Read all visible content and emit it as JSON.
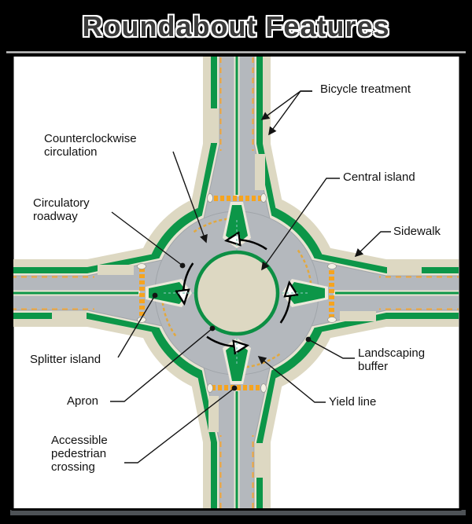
{
  "title": "Roundabout Features",
  "diagram": {
    "type": "roundabout-schematic",
    "description": "Plan view of a four-leg modern roundabout with labeled design features",
    "features": [
      {
        "id": "bicycle-treatment",
        "text": "Bicycle treatment"
      },
      {
        "id": "counterclockwise-circulation",
        "text": "Counterclockwise\ncirculation"
      },
      {
        "id": "circulatory-roadway",
        "text": "Circulatory\nroadway"
      },
      {
        "id": "central-island",
        "text": "Central island"
      },
      {
        "id": "sidewalk",
        "text": "Sidewalk"
      },
      {
        "id": "splitter-island",
        "text": "Splitter island"
      },
      {
        "id": "landscaping-buffer",
        "text": "Landscaping\nbuffer"
      },
      {
        "id": "apron",
        "text": "Apron"
      },
      {
        "id": "yield-line",
        "text": "Yield line"
      },
      {
        "id": "accessible-pedestrian-crossing",
        "text": "Accessible\npedestrian\ncrossing"
      }
    ],
    "colors": {
      "background": "#000000",
      "panel": "#ffffff",
      "road_gray": "#b4b8bd",
      "sidewalk_tan": "#ddd8c2",
      "curb_tan": "#e8e4d2",
      "landscaping_green": "#0c9648",
      "central_island_fill": "#ddd8c2",
      "central_island_ring": "#0c8f44",
      "crosswalk_orange": "#f6a41f",
      "lane_line_orange": "#f2a73c",
      "yield_line_tan": "#e2a83e",
      "centerline_teal": "#7cc3af",
      "leader_black": "#141414"
    }
  }
}
